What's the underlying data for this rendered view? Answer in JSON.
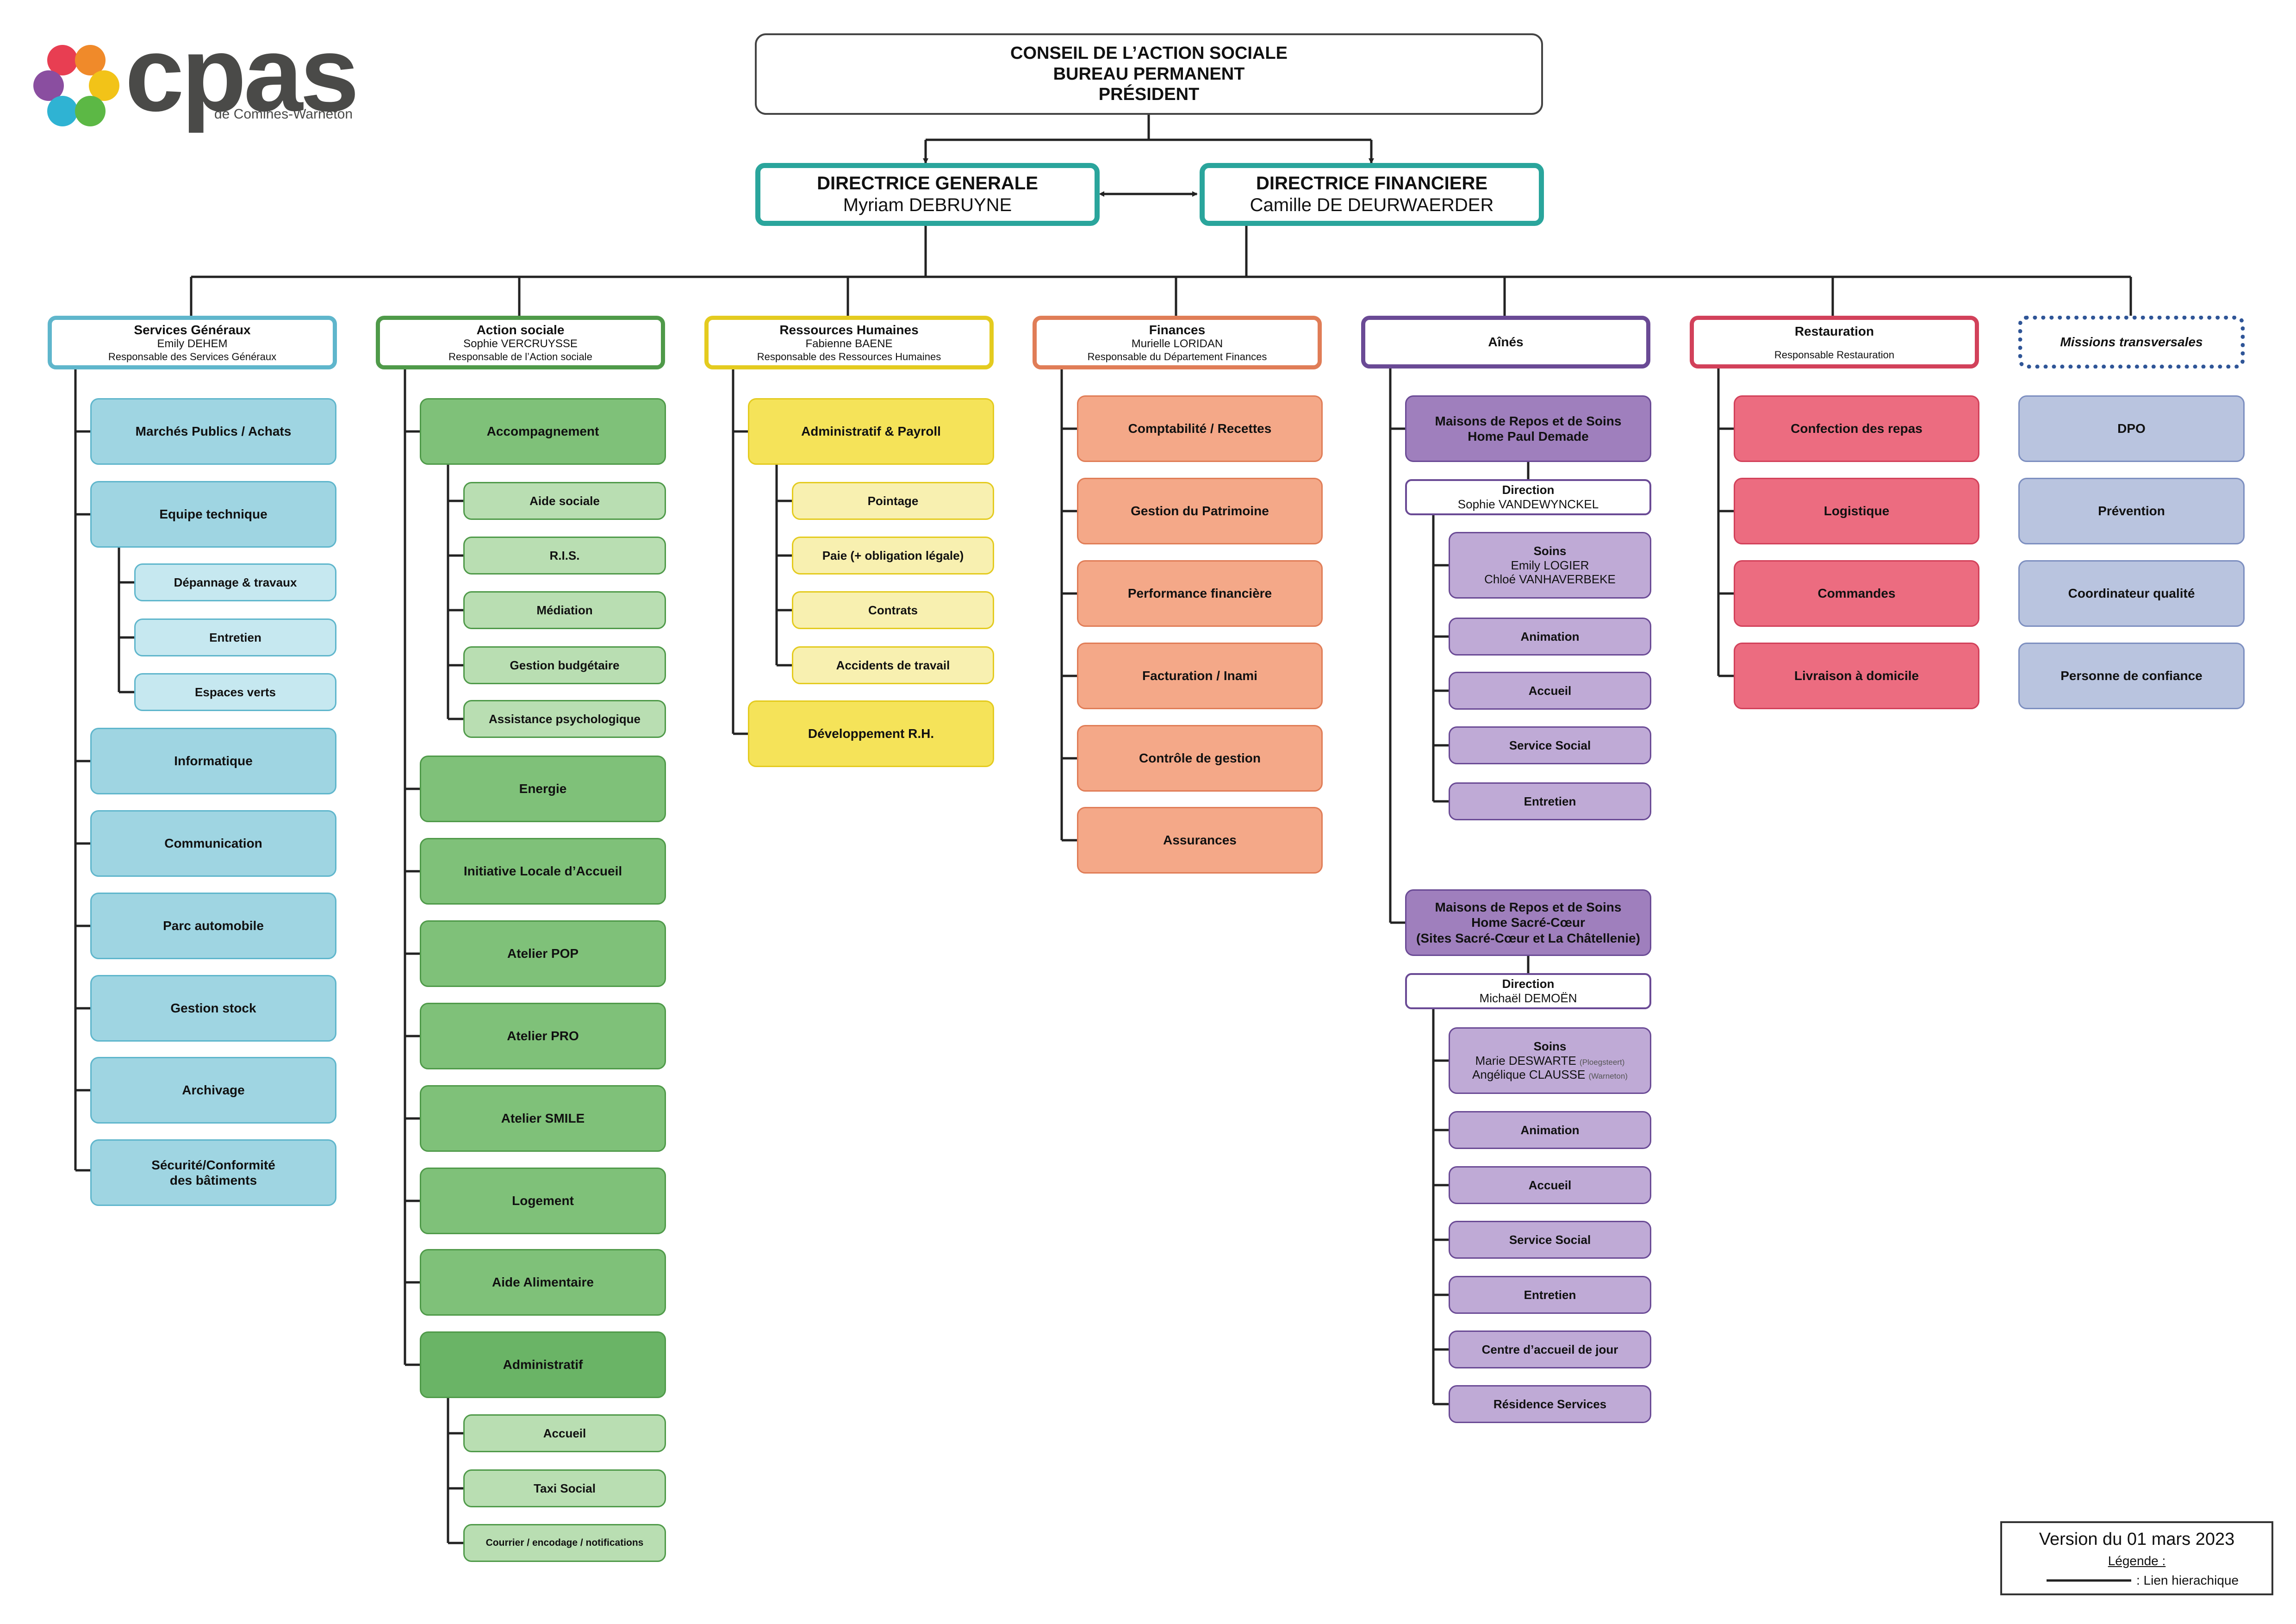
{
  "logo": {
    "word": "cpas",
    "subtitle": "de Comines-Warneton",
    "icon": "flower-petals-icon"
  },
  "top": {
    "lines": [
      "CONSEIL DE L’ACTION SOCIALE",
      "BUREAU PERMANENT",
      "PRÉSIDENT"
    ]
  },
  "directrices": {
    "generale": {
      "title": "DIRECTRICE GENERALE",
      "name": "Myriam DEBRUYNE"
    },
    "financiere": {
      "title": "DIRECTRICE FINANCIERE",
      "name": "Camille DE DEURWAERDER"
    }
  },
  "departments": {
    "services_generaux": {
      "title": "Services Généraux",
      "name": "Emily DEHEM",
      "role": "Responsable des Services Généraux",
      "items": [
        "Marchés Publics / Achats",
        "Equipe technique",
        "Dépannage & travaux",
        "Entretien",
        "Espaces verts",
        "Informatique",
        "Communication",
        "Parc automobile",
        "Gestion stock",
        "Archivage",
        "Sécurité/Conformité",
        "des bâtiments"
      ]
    },
    "action_sociale": {
      "title": "Action sociale",
      "name": "Sophie VERCRUYSSE",
      "role": "Responsable de l’Action sociale",
      "items": [
        "Accompagnement",
        "Aide sociale",
        "R.I.S.",
        "Médiation",
        "Gestion budgétaire",
        "Assistance psychologique",
        "Energie",
        "Initiative Locale d’Accueil",
        "Atelier POP",
        "Atelier PRO",
        "Atelier SMILE",
        "Logement",
        "Aide Alimentaire",
        "Administratif",
        "Accueil",
        "Taxi Social",
        "Courrier / encodage / notifications"
      ]
    },
    "rh": {
      "title": "Ressources Humaines",
      "name": "Fabienne BAENE",
      "role": "Responsable des Ressources Humaines",
      "items": [
        "Administratif & Payroll",
        "Pointage",
        "Paie (+ obligation légale)",
        "Contrats",
        "Accidents de travail",
        "Développement R.H."
      ]
    },
    "finances": {
      "title": "Finances",
      "name": "Murielle LORIDAN",
      "role": "Responsable du Département Finances",
      "items": [
        "Comptabilité / Recettes",
        "Gestion du Patrimoine",
        "Performance financière",
        "Facturation / Inami",
        "Contrôle de gestion",
        "Assurances"
      ]
    },
    "aines": {
      "title": "Aînés",
      "home1": {
        "lines": [
          "Maisons de Repos et de Soins",
          "Home Paul Demade"
        ],
        "direction_label": "Direction",
        "director": "Sophie VANDEWYNCKEL",
        "soins_title": "Soins",
        "soins_people": [
          "Emily LOGIER",
          "Chloé VANHAVERBEKE"
        ],
        "items": [
          "Animation",
          "Accueil",
          "Service Social",
          "Entretien"
        ]
      },
      "home2": {
        "lines": [
          "Maisons de Repos et de Soins",
          "Home Sacré-Cœur",
          "(Sites Sacré-Cœur et La Châtellenie)"
        ],
        "direction_label": "Direction",
        "director": "Michaël DEMOËN",
        "soins_title": "Soins",
        "soins_people": [
          "Marie DESWARTE",
          "Angélique CLAUSSE"
        ],
        "soins_sites": [
          "(Ploegsteert)",
          "(Warneton)"
        ],
        "items": [
          "Animation",
          "Accueil",
          "Service Social",
          "Entretien",
          "Centre d’accueil de jour",
          "Résidence Services"
        ]
      }
    },
    "restauration": {
      "title": "Restauration",
      "role": "Responsable Restauration",
      "items": [
        "Confection des repas",
        "Logistique",
        "Commandes",
        "Livraison à domicile"
      ]
    },
    "missions": {
      "title": "Missions transversales",
      "items": [
        "DPO",
        "Prévention",
        "Coordinateur qualité",
        "Personne de confiance"
      ]
    }
  },
  "version": {
    "text": "Version du 01 mars 2023",
    "legend_title": "Légende :",
    "legend_item": ": Lien hierachique"
  },
  "colors": {
    "teal": "#2aa59c",
    "blue": "#5fb6cc",
    "green": "#4f9a49",
    "yellow": "#e4cb1f",
    "orange": "#e07d57",
    "purple": "#6a4a95",
    "red": "#d2415a",
    "navy": "#2f5597"
  }
}
